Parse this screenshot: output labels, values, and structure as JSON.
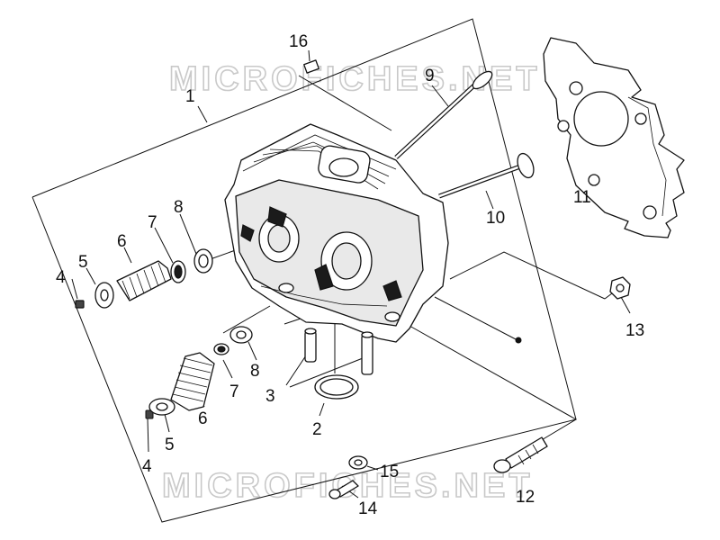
{
  "watermark": "MICROFICHES.NET",
  "callouts": {
    "c1": "1",
    "c2": "2",
    "c3": "3",
    "c4a": "4",
    "c4b": "4",
    "c5a": "5",
    "c5b": "5",
    "c6a": "6",
    "c6b": "6",
    "c7a": "7",
    "c7b": "7",
    "c8a": "8",
    "c8b": "8",
    "c9": "9",
    "c10": "10",
    "c11": "11",
    "c12": "12",
    "c13": "13",
    "c14": "14",
    "c15": "15",
    "c16": "16"
  }
}
